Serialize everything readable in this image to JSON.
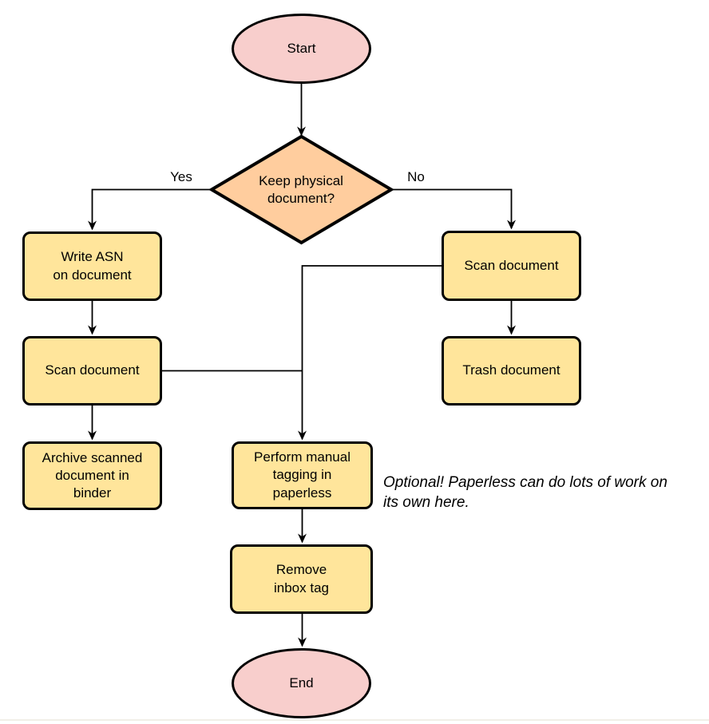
{
  "colors": {
    "terminal_fill": "#f8cecc",
    "decision_fill": "#ffcd9e",
    "process_fill": "#ffe59b",
    "stroke": "#000000",
    "bottom_rule": "#f1efe7"
  },
  "nodes": {
    "start": {
      "label": "Start"
    },
    "decision": {
      "label": "Keep physical\ndocument?"
    },
    "write_asn": {
      "label": "Write ASN\non document"
    },
    "scan_left": {
      "label": "Scan document"
    },
    "archive": {
      "label": "Archive scanned\ndocument in\nbinder"
    },
    "scan_right": {
      "label": "Scan document"
    },
    "trash": {
      "label": "Trash document"
    },
    "perform_tagging": {
      "label": "Perform manual\ntagging in\npaperless"
    },
    "remove_inbox": {
      "label": "Remove\ninbox tag"
    },
    "end": {
      "label": "End"
    }
  },
  "edge_labels": {
    "yes": "Yes",
    "no": "No"
  },
  "note": {
    "text": "Optional! Paperless can do lots of work on\nits own here."
  }
}
